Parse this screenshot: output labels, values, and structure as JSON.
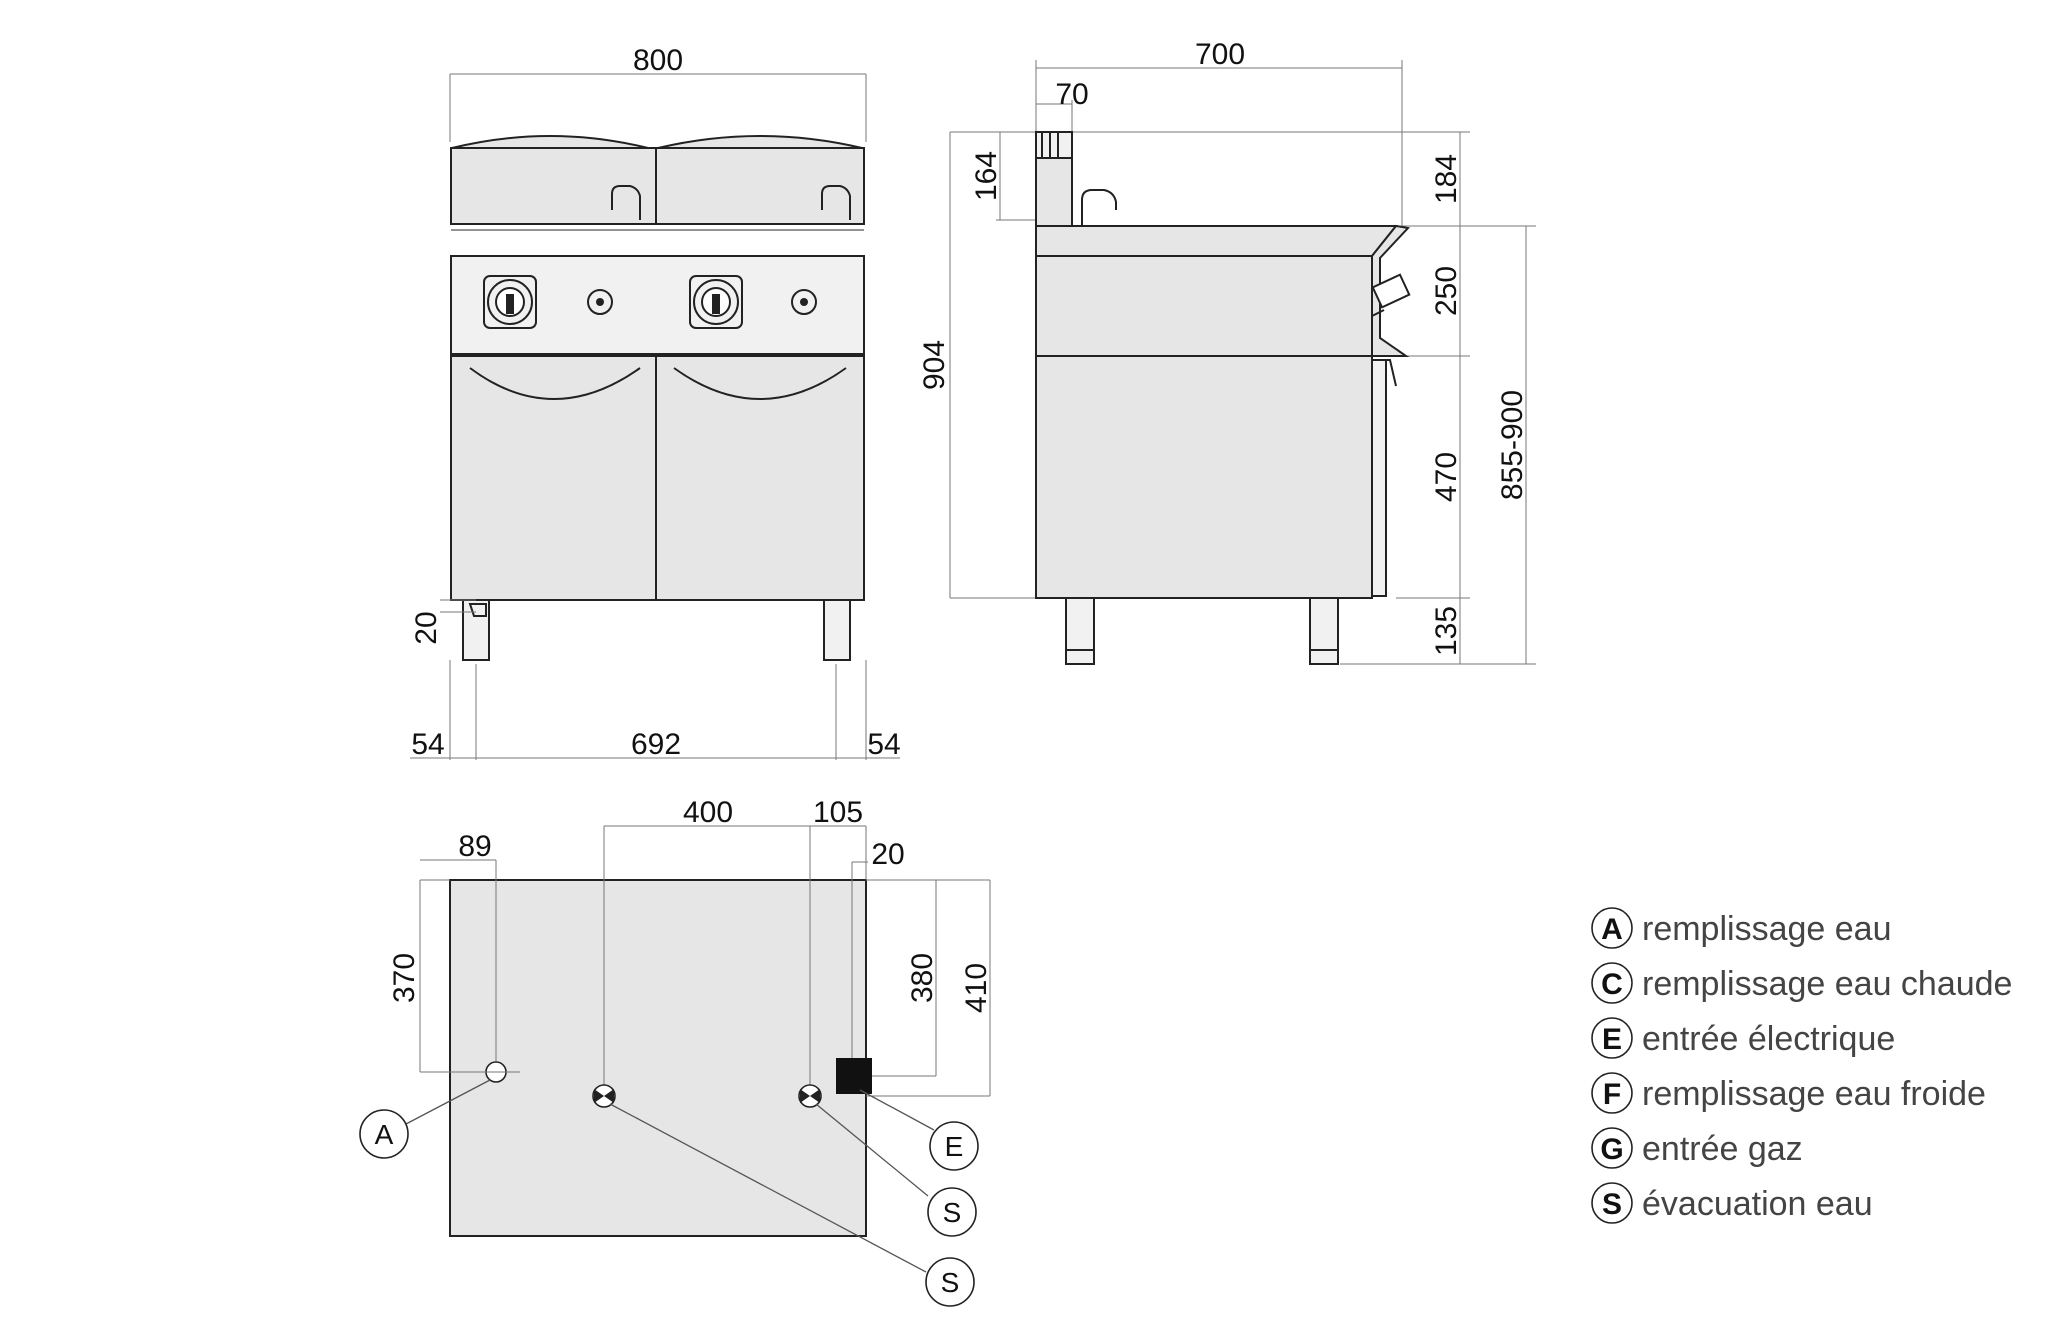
{
  "front_view": {
    "width": "800",
    "foot_height": "20",
    "left_offset": "54",
    "foot_spacing": "692",
    "right_offset": "54"
  },
  "side_view": {
    "depth": "700",
    "rear_offset": "70",
    "splash_height": "164",
    "total_height": "904",
    "top_section": "184",
    "control_panel": "250",
    "cabinet": "470",
    "feet": "135",
    "worktop_height": "855-900"
  },
  "plan_view": {
    "a_x": "89",
    "a_y": "370",
    "drain_spacing": "400",
    "e_x": "105",
    "e_offset": "20",
    "e_y_inner": "380",
    "e_y_outer": "410"
  },
  "callouts": [
    "A",
    "E",
    "S",
    "S"
  ],
  "legend": [
    {
      "letter": "A",
      "text": "remplissage eau"
    },
    {
      "letter": "C",
      "text": "remplissage eau chaude"
    },
    {
      "letter": "E",
      "text": "entrée électrique"
    },
    {
      "letter": "F",
      "text": "remplissage eau froide"
    },
    {
      "letter": "G",
      "text": "entrée gaz"
    },
    {
      "letter": "S",
      "text": "évacuation eau"
    }
  ]
}
